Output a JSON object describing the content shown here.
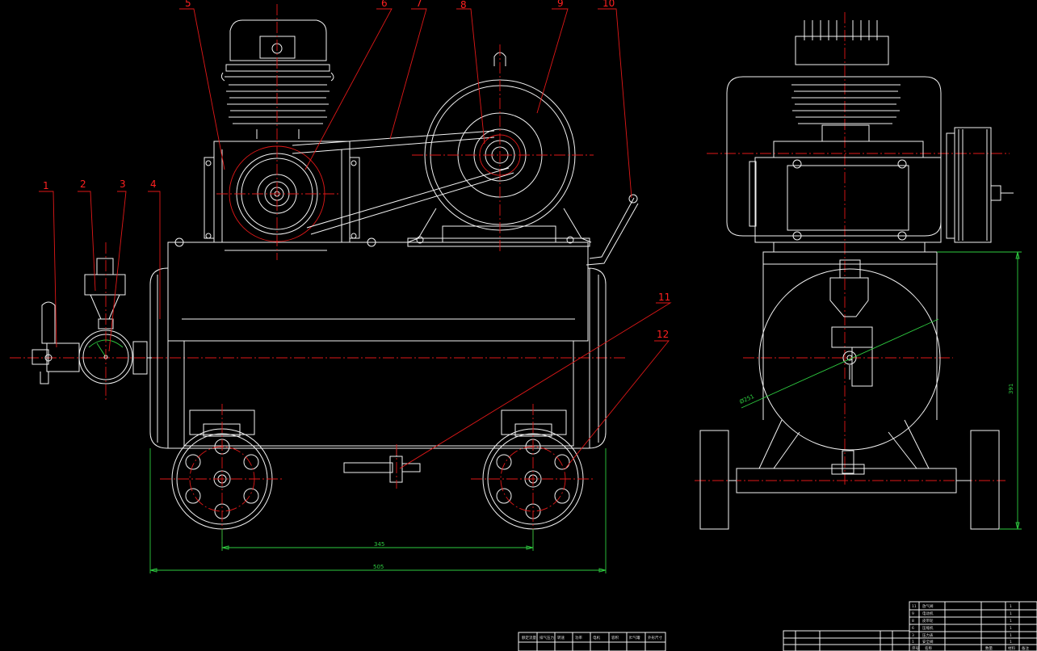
{
  "part_labels": [
    "1",
    "2",
    "3",
    "4",
    "5",
    "6",
    "7",
    "8",
    "9",
    "10",
    "11",
    "12"
  ],
  "dimensions": {
    "axle_spacing": "345",
    "overall_length": "505",
    "side_height": "391",
    "diag": "Ø251"
  },
  "title_block_left": {
    "row1": [
      "额定流量",
      "排气压力",
      "转速",
      "功率",
      "电机",
      "容积",
      "贮气罐",
      "外形尺寸"
    ],
    "row2": [
      "",
      "",
      " ",
      "",
      "",
      "",
      "",
      ""
    ]
  },
  "parts_list": {
    "rows": [
      [
        "11",
        "放气阀",
        "1",
        ""
      ],
      [
        "9",
        "电动机",
        "1",
        ""
      ],
      [
        "8",
        "皮带轮",
        "1",
        ""
      ],
      [
        "6",
        "压缩机",
        "1",
        ""
      ],
      [
        "3",
        "压力表",
        "1",
        ""
      ],
      [
        "1",
        "安全阀",
        "1",
        ""
      ]
    ],
    "header": [
      "序号",
      "名称",
      "数量",
      "材料",
      "备注"
    ]
  },
  "colors": {
    "background": "#000000",
    "outline": "#f2f2f2",
    "centerline": "#e01818",
    "dimension": "#2ecc40"
  }
}
